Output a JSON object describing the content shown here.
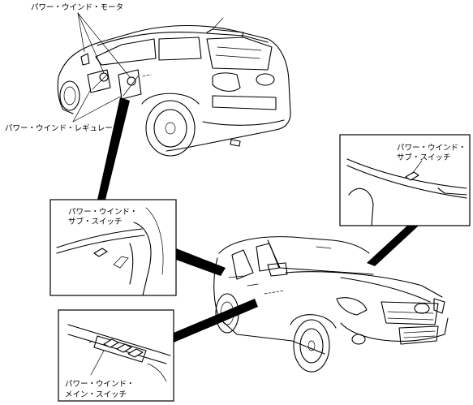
{
  "labels": {
    "motor": "パワー・ウインド・モータ",
    "regulator": "パワー・ウインド・レギュレータ",
    "sub_switch_right_line1": "パワー・ウインド・",
    "sub_switch_right_line2": "サブ・スイッチ",
    "sub_switch_left_line1": "パワー・ウインド・",
    "sub_switch_left_line2": "サブ・スイッチ",
    "main_switch_line1": "パワー・ウインド・",
    "main_switch_line2": "メイン・スイッチ"
  }
}
